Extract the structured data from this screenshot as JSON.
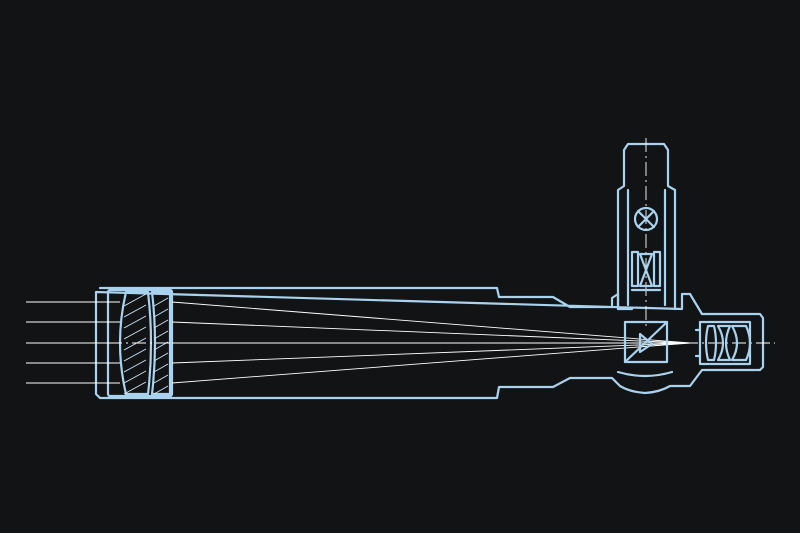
{
  "colors": {
    "background": "#121314",
    "outline": "#a9d2ee",
    "rays": "#ffffff",
    "axis": "#ffffff",
    "hatch": "#cfe6f6"
  },
  "diagram": {
    "subject": "telescope-with-beam-splitter-cross-section",
    "components": [
      "objective-lens",
      "main-tube",
      "beam-splitter-cube",
      "eyepiece",
      "vertical-reticle-arm"
    ]
  }
}
